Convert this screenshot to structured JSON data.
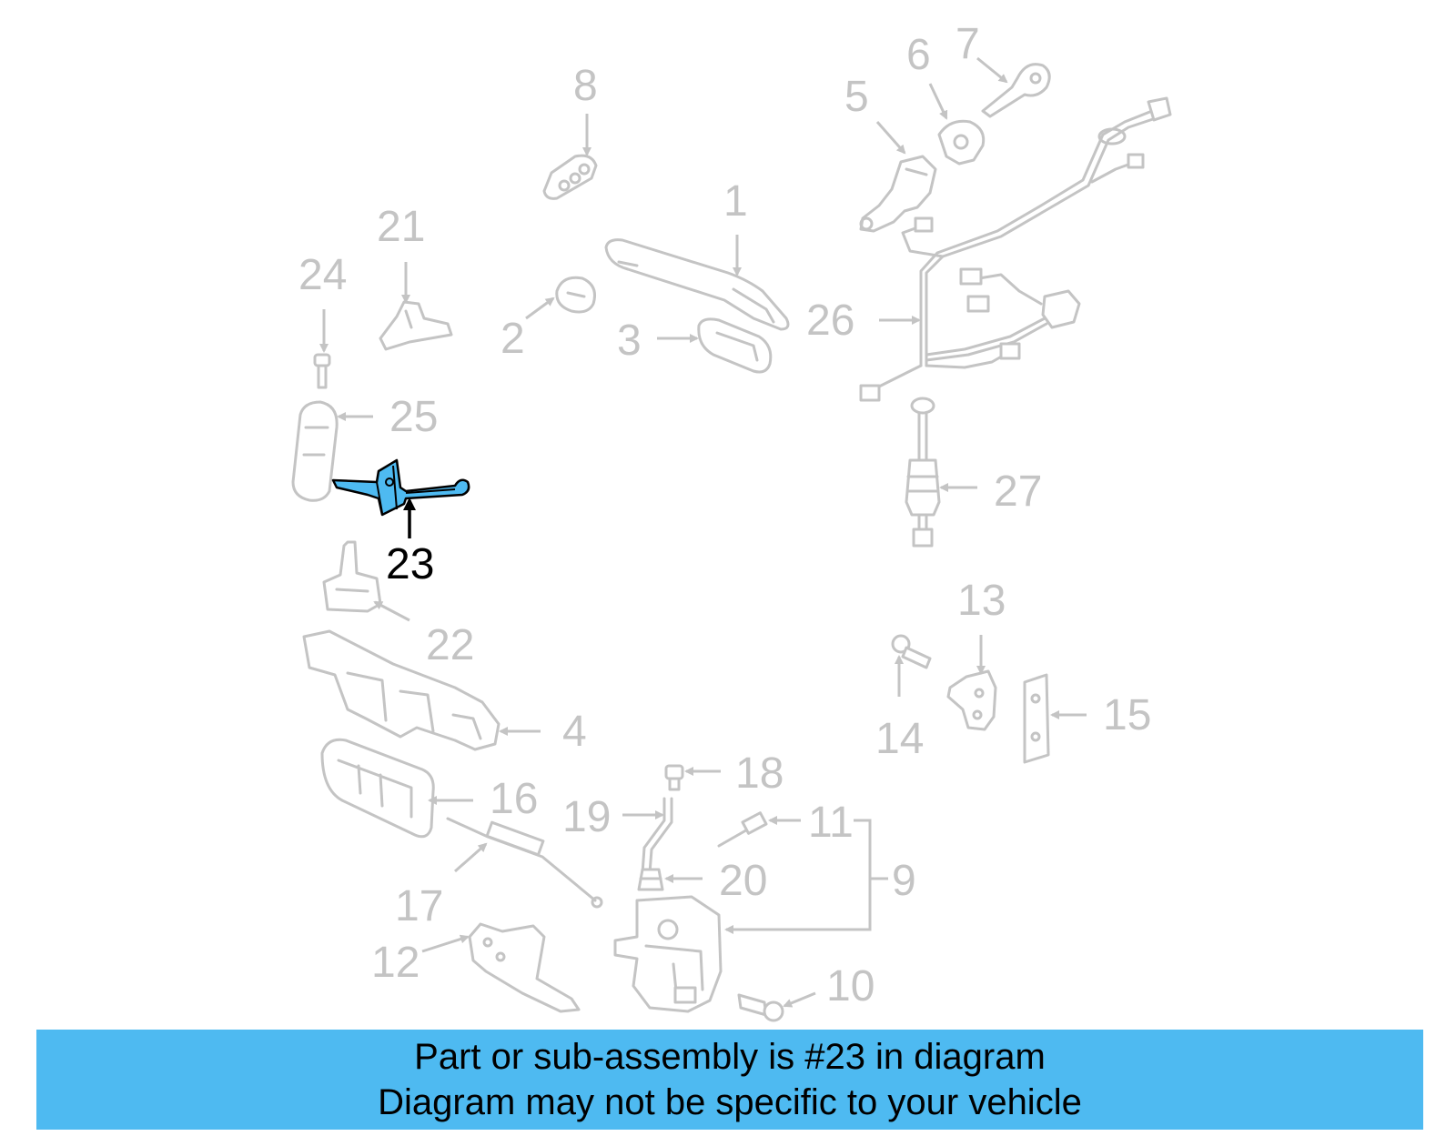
{
  "colors": {
    "background": "#ffffff",
    "part_gray": "#c4c4c4",
    "highlight_fill": "#4ebaf1",
    "highlight_label": "#000000",
    "banner": "#4ebaf1"
  },
  "highlighted_part": "23",
  "labels": {
    "p1": "1",
    "p2": "2",
    "p3": "3",
    "p4": "4",
    "p5": "5",
    "p6": "6",
    "p7": "7",
    "p8": "8",
    "p9": "9",
    "p10": "10",
    "p11": "11",
    "p12": "12",
    "p13": "13",
    "p14": "14",
    "p15": "15",
    "p16": "16",
    "p17": "17",
    "p18": "18",
    "p19": "19",
    "p20": "20",
    "p21": "21",
    "p22": "22",
    "p23": "23",
    "p24": "24",
    "p25": "25",
    "p26": "26",
    "p27": "27"
  },
  "banner": {
    "line1": "Part or sub-assembly is #23 in diagram",
    "line2": "Diagram may not be specific to your vehicle"
  }
}
